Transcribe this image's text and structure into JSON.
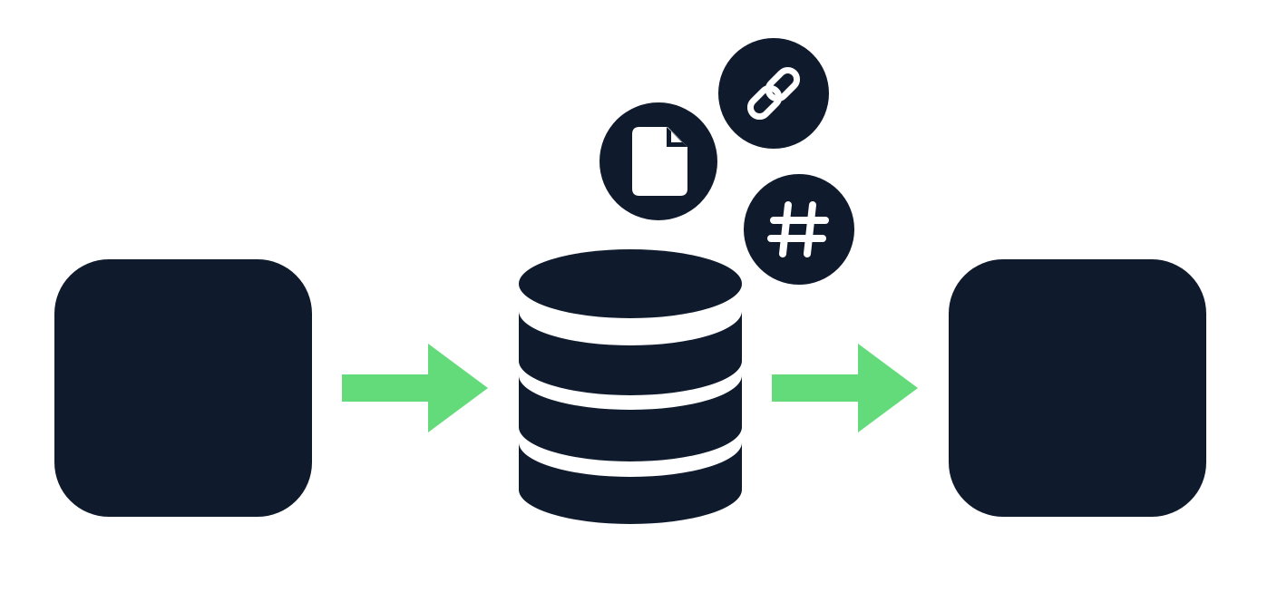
{
  "diagram": {
    "nodes": [
      {
        "id": "source-block",
        "icon": "rounded-square"
      },
      {
        "id": "database",
        "icon": "database-icon"
      },
      {
        "id": "output-block",
        "icon": "rounded-square"
      }
    ],
    "edges": [
      {
        "from": "source-block",
        "to": "database",
        "icon": "arrow-right-icon"
      },
      {
        "from": "database",
        "to": "output-block",
        "icon": "arrow-right-icon"
      }
    ],
    "badges": [
      {
        "icon": "document-icon"
      },
      {
        "icon": "link-icon"
      },
      {
        "icon": "hashtag-icon"
      }
    ]
  },
  "colors": {
    "dark": "#0f1b2d",
    "accent": "#63db7a",
    "background": "#ffffff"
  }
}
